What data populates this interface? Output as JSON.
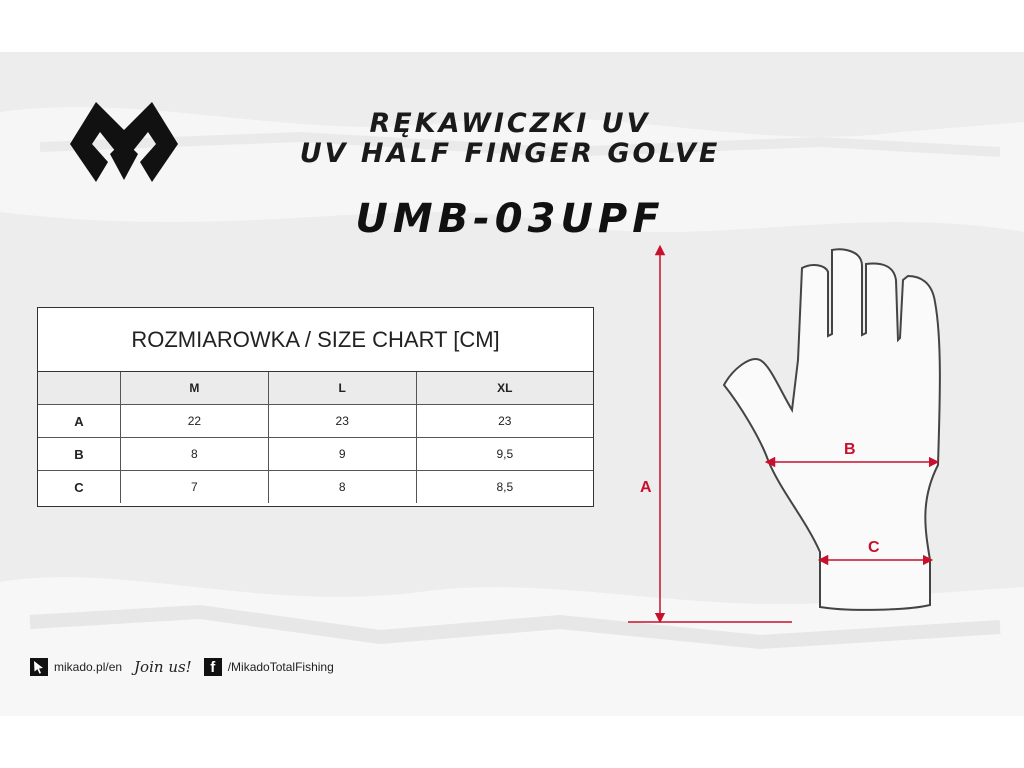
{
  "header": {
    "title_line1": "RĘKAWICZKI UV",
    "title_line2": "UV HALF FINGER GOLVE",
    "model": "UMB-03UPF"
  },
  "size_chart": {
    "title": "ROZMIAROWKA / SIZE CHART [CM]",
    "columns": [
      "",
      "M",
      "L",
      "XL"
    ],
    "rows": [
      {
        "label": "A",
        "values": [
          "22",
          "23",
          "23"
        ]
      },
      {
        "label": "B",
        "values": [
          "8",
          "9",
          "9,5"
        ]
      },
      {
        "label": "C",
        "values": [
          "7",
          "8",
          "8,5"
        ]
      }
    ]
  },
  "diagram": {
    "label_a": "A",
    "label_b": "B",
    "label_c": "C",
    "arrow_color": "#c8102e",
    "outline_color": "#444444"
  },
  "footer": {
    "website": "mikado.pl/en",
    "join": "Join us!",
    "facebook": "/MikadoTotalFishing"
  },
  "icons": {
    "logo": "mikado-logo-icon",
    "cursor": "cursor-icon",
    "facebook": "facebook-icon"
  }
}
